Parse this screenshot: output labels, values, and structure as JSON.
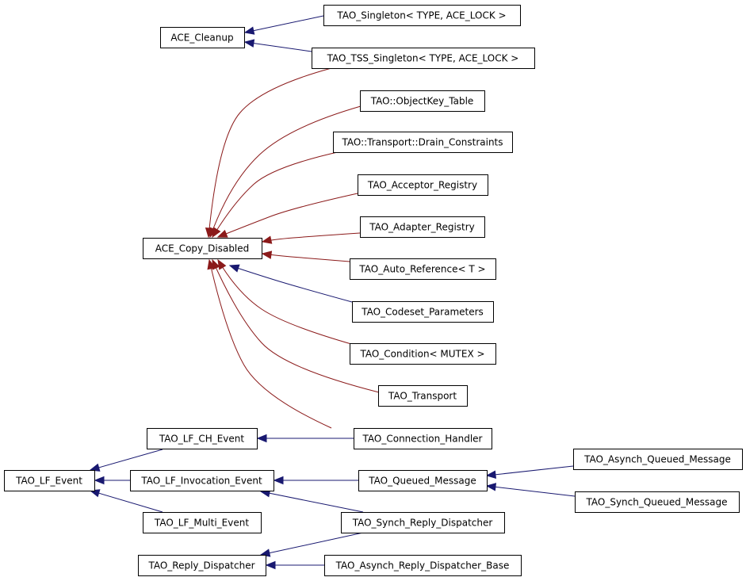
{
  "diagram": {
    "colors": {
      "public_inheritance": "#191970",
      "protected_inheritance": "#8b1a1a",
      "node_fill": "#ffffff",
      "node_stroke": "#000000"
    },
    "nodes": [
      {
        "id": "ace_cleanup",
        "label": "ACE_Cleanup"
      },
      {
        "id": "tao_singleton",
        "label": "TAO_Singleton< TYPE, ACE_LOCK >"
      },
      {
        "id": "tao_tss_singleton",
        "label": "TAO_TSS_Singleton< TYPE, ACE_LOCK >"
      },
      {
        "id": "objectkey_table",
        "label": "TAO::ObjectKey_Table"
      },
      {
        "id": "drain_constraints",
        "label": "TAO::Transport::Drain_Constraints"
      },
      {
        "id": "acceptor_registry",
        "label": "TAO_Acceptor_Registry"
      },
      {
        "id": "adapter_registry",
        "label": "TAO_Adapter_Registry"
      },
      {
        "id": "ace_copy_disabled",
        "label": "ACE_Copy_Disabled"
      },
      {
        "id": "auto_reference",
        "label": "TAO_Auto_Reference< T >"
      },
      {
        "id": "codeset_parameters",
        "label": "TAO_Codeset_Parameters"
      },
      {
        "id": "condition_mutex",
        "label": "TAO_Condition< MUTEX >"
      },
      {
        "id": "tao_transport",
        "label": "TAO_Transport"
      },
      {
        "id": "lf_ch_event",
        "label": "TAO_LF_CH_Event"
      },
      {
        "id": "connection_handler",
        "label": "TAO_Connection_Handler"
      },
      {
        "id": "asynch_queued_message",
        "label": "TAO_Asynch_Queued_Message"
      },
      {
        "id": "lf_event",
        "label": "TAO_LF_Event"
      },
      {
        "id": "lf_invocation_event",
        "label": "TAO_LF_Invocation_Event"
      },
      {
        "id": "queued_message",
        "label": "TAO_Queued_Message"
      },
      {
        "id": "synch_queued_message",
        "label": "TAO_Synch_Queued_Message"
      },
      {
        "id": "lf_multi_event",
        "label": "TAO_LF_Multi_Event"
      },
      {
        "id": "synch_reply_dispatcher",
        "label": "TAO_Synch_Reply_Dispatcher"
      },
      {
        "id": "reply_dispatcher",
        "label": "TAO_Reply_Dispatcher"
      },
      {
        "id": "asynch_reply_dispatcher_base",
        "label": "TAO_Asynch_Reply_Dispatcher_Base"
      }
    ],
    "edges": [
      {
        "from": "tao_singleton",
        "to": "ace_cleanup",
        "kind": "public"
      },
      {
        "from": "tao_tss_singleton",
        "to": "ace_cleanup",
        "kind": "public"
      },
      {
        "from": "tao_tss_singleton",
        "to": "ace_copy_disabled",
        "kind": "protected"
      },
      {
        "from": "objectkey_table",
        "to": "ace_copy_disabled",
        "kind": "protected"
      },
      {
        "from": "drain_constraints",
        "to": "ace_copy_disabled",
        "kind": "protected"
      },
      {
        "from": "acceptor_registry",
        "to": "ace_copy_disabled",
        "kind": "protected"
      },
      {
        "from": "adapter_registry",
        "to": "ace_copy_disabled",
        "kind": "protected"
      },
      {
        "from": "auto_reference",
        "to": "ace_copy_disabled",
        "kind": "protected"
      },
      {
        "from": "codeset_parameters",
        "to": "ace_copy_disabled",
        "kind": "public"
      },
      {
        "from": "condition_mutex",
        "to": "ace_copy_disabled",
        "kind": "protected"
      },
      {
        "from": "tao_transport",
        "to": "ace_copy_disabled",
        "kind": "protected"
      },
      {
        "from": "connection_handler",
        "to": "ace_copy_disabled",
        "kind": "protected"
      },
      {
        "from": "connection_handler",
        "to": "lf_ch_event",
        "kind": "public"
      },
      {
        "from": "lf_ch_event",
        "to": "lf_event",
        "kind": "public"
      },
      {
        "from": "lf_invocation_event",
        "to": "lf_event",
        "kind": "public"
      },
      {
        "from": "lf_multi_event",
        "to": "lf_event",
        "kind": "public"
      },
      {
        "from": "queued_message",
        "to": "lf_invocation_event",
        "kind": "public"
      },
      {
        "from": "synch_reply_dispatcher",
        "to": "lf_invocation_event",
        "kind": "public"
      },
      {
        "from": "asynch_queued_message",
        "to": "queued_message",
        "kind": "public"
      },
      {
        "from": "synch_queued_message",
        "to": "queued_message",
        "kind": "public"
      },
      {
        "from": "synch_reply_dispatcher",
        "to": "reply_dispatcher",
        "kind": "public"
      },
      {
        "from": "asynch_reply_dispatcher_base",
        "to": "reply_dispatcher",
        "kind": "public"
      }
    ]
  }
}
